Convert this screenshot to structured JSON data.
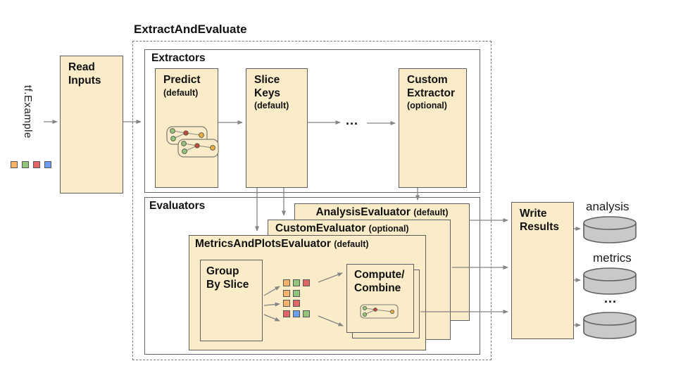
{
  "title": "ExtractAndEvaluate",
  "input": {
    "label": "tf.Example",
    "squares": [
      "orange",
      "green",
      "red",
      "blue"
    ]
  },
  "read_inputs": {
    "lines": [
      "Read",
      "Inputs"
    ]
  },
  "sections": {
    "extractors": "Extractors",
    "evaluators": "Evaluators"
  },
  "extractors": {
    "predict": {
      "title": "Predict",
      "qualifier": "(default)"
    },
    "slice_keys": {
      "lines": [
        "Slice",
        "Keys"
      ],
      "qualifier": "(default)"
    },
    "ellipsis": "...",
    "custom_extractor": {
      "lines": [
        "Custom",
        "Extractor"
      ],
      "qualifier": "(optional)"
    }
  },
  "evaluators": {
    "analysis_evaluator": {
      "title": "AnalysisEvaluator",
      "qualifier": "(default)"
    },
    "custom_evaluator": {
      "title": "CustomEvaluator",
      "qualifier": "(optional)"
    },
    "metrics_evaluator": {
      "title": "MetricsAndPlotsEvaluator",
      "qualifier": "(default)"
    },
    "group_by_slice": {
      "lines": [
        "Group",
        "By Slice"
      ]
    },
    "compute_combine": {
      "lines": [
        "Compute/",
        "Combine"
      ]
    },
    "slice_grid": [
      [
        "orange",
        "green",
        "red"
      ],
      [
        "orange",
        "green"
      ],
      [
        "orange",
        "red"
      ],
      [
        "red",
        "blue",
        "green"
      ]
    ]
  },
  "write_results": {
    "lines": [
      "Write",
      "Results"
    ]
  },
  "outputs": [
    {
      "label": "analysis"
    },
    {
      "label": "metrics"
    },
    {
      "label": "..."
    }
  ],
  "colors": {
    "box_fill": "#FAEBC9",
    "box_border": "#5f5f5f",
    "arrow": "#848484",
    "cylinder_fill": "#C9C9C9",
    "cylinder_border": "#606060",
    "orange": "#F6B26B",
    "green": "#93C47D",
    "red": "#E06666",
    "blue": "#6D9EEB",
    "node_red": "#BE4B3C",
    "node_yellow": "#EDAD3E",
    "square_border": "#555555"
  }
}
